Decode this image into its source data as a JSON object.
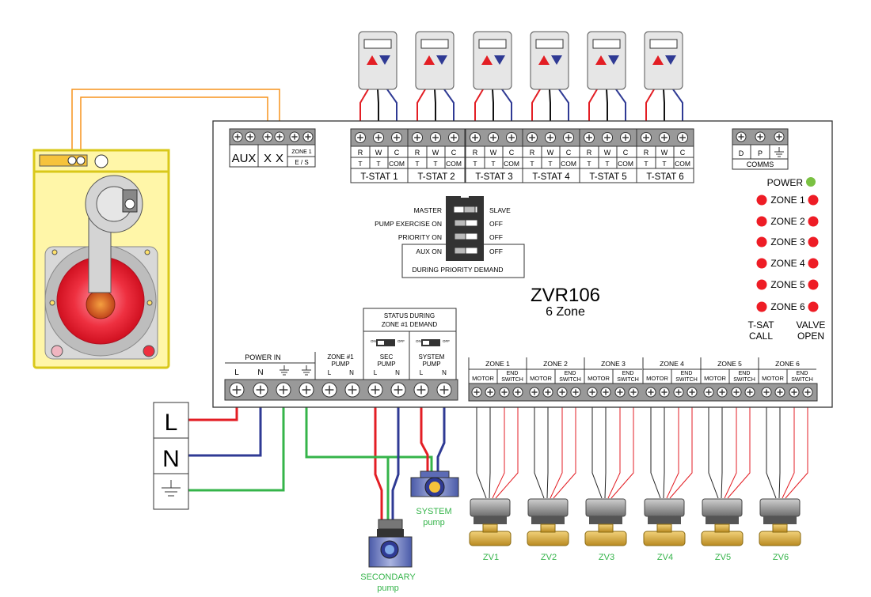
{
  "thermostats": [
    {
      "label": "T-STAT 1",
      "terms": [
        "R",
        "W",
        "C"
      ],
      "subs": [
        "T",
        "T",
        "COM"
      ]
    },
    {
      "label": "T-STAT 2",
      "terms": [
        "R",
        "W",
        "C"
      ],
      "subs": [
        "T",
        "T",
        "COM"
      ]
    },
    {
      "label": "T-STAT 3",
      "terms": [
        "R",
        "W",
        "C"
      ],
      "subs": [
        "T",
        "T",
        "COM"
      ]
    },
    {
      "label": "T-STAT 4",
      "terms": [
        "R",
        "W",
        "C"
      ],
      "subs": [
        "T",
        "T",
        "COM"
      ]
    },
    {
      "label": "T-STAT 5",
      "terms": [
        "R",
        "W",
        "C"
      ],
      "subs": [
        "T",
        "T",
        "COM"
      ]
    },
    {
      "label": "T-STAT 6",
      "terms": [
        "R",
        "W",
        "C"
      ],
      "subs": [
        "T",
        "T",
        "COM"
      ]
    }
  ],
  "aux": {
    "aux": "AUX",
    "x1": "X",
    "x2": "X",
    "zone1": "ZONE 1",
    "es": "E / S"
  },
  "comms": {
    "d": "D",
    "p": "P",
    "label": "COMMS"
  },
  "dip": {
    "rows": [
      {
        "left": "MASTER",
        "right": "SLAVE"
      },
      {
        "left": "PUMP EXERCISE ON",
        "right": "OFF"
      },
      {
        "left": "PRIORITY ON",
        "right": "OFF"
      },
      {
        "left": "AUX ON",
        "right": "OFF"
      }
    ],
    "note": "DURING PRIORITY DEMAND"
  },
  "title": {
    "model": "ZVR106",
    "sub": "6 Zone"
  },
  "leds": {
    "power": "POWER",
    "zones": [
      "ZONE 1",
      "ZONE 2",
      "ZONE 3",
      "ZONE 4",
      "ZONE 5",
      "ZONE 6"
    ],
    "call": [
      "T-SAT",
      "CALL"
    ],
    "valve": [
      "VALVE",
      "OPEN"
    ]
  },
  "colors": {
    "red": "#e31e24",
    "green": "#35b44a",
    "blue": "#2f3a94",
    "orange": "#f7941d",
    "yellow": "#fff6a8",
    "boiler_border": "#e5d31c",
    "led_on": "#ee1c25",
    "led_power": "#7ac142"
  },
  "power_in": {
    "label": "POWER IN",
    "l": "L",
    "n": "N"
  },
  "zone1pump": {
    "label": [
      "ZONE #1",
      "PUMP"
    ],
    "l": "L",
    "n": "N"
  },
  "status": {
    "title": [
      "STATUS DURING",
      "ZONE #1 DEMAND"
    ],
    "on": "ON",
    "off": "OFF",
    "sec": [
      "SEC",
      "PUMP"
    ],
    "sys": [
      "SYSTEM",
      "PUMP"
    ],
    "l": "L",
    "n": "N"
  },
  "zones": [
    {
      "label": "ZONE 1",
      "motor": "MOTOR",
      "end": [
        "END",
        "SWITCH"
      ]
    },
    {
      "label": "ZONE 2",
      "motor": "MOTOR",
      "end": [
        "END",
        "SWITCH"
      ]
    },
    {
      "label": "ZONE 3",
      "motor": "MOTOR",
      "end": [
        "END",
        "SWITCH"
      ]
    },
    {
      "label": "ZONE 4",
      "motor": "MOTOR",
      "end": [
        "END",
        "SWITCH"
      ]
    },
    {
      "label": "ZONE 5",
      "motor": "MOTOR",
      "end": [
        "END",
        "SWITCH"
      ]
    },
    {
      "label": "ZONE 6",
      "motor": "MOTOR",
      "end": [
        "END",
        "SWITCH"
      ]
    }
  ],
  "valves": [
    "ZV1",
    "ZV2",
    "ZV3",
    "ZV4",
    "ZV5",
    "ZV6"
  ],
  "supply": {
    "l": "L",
    "n": "N"
  },
  "pumps": {
    "system": [
      "SYSTEM",
      "pump"
    ],
    "secondary": [
      "SECONDARY",
      "pump"
    ]
  }
}
